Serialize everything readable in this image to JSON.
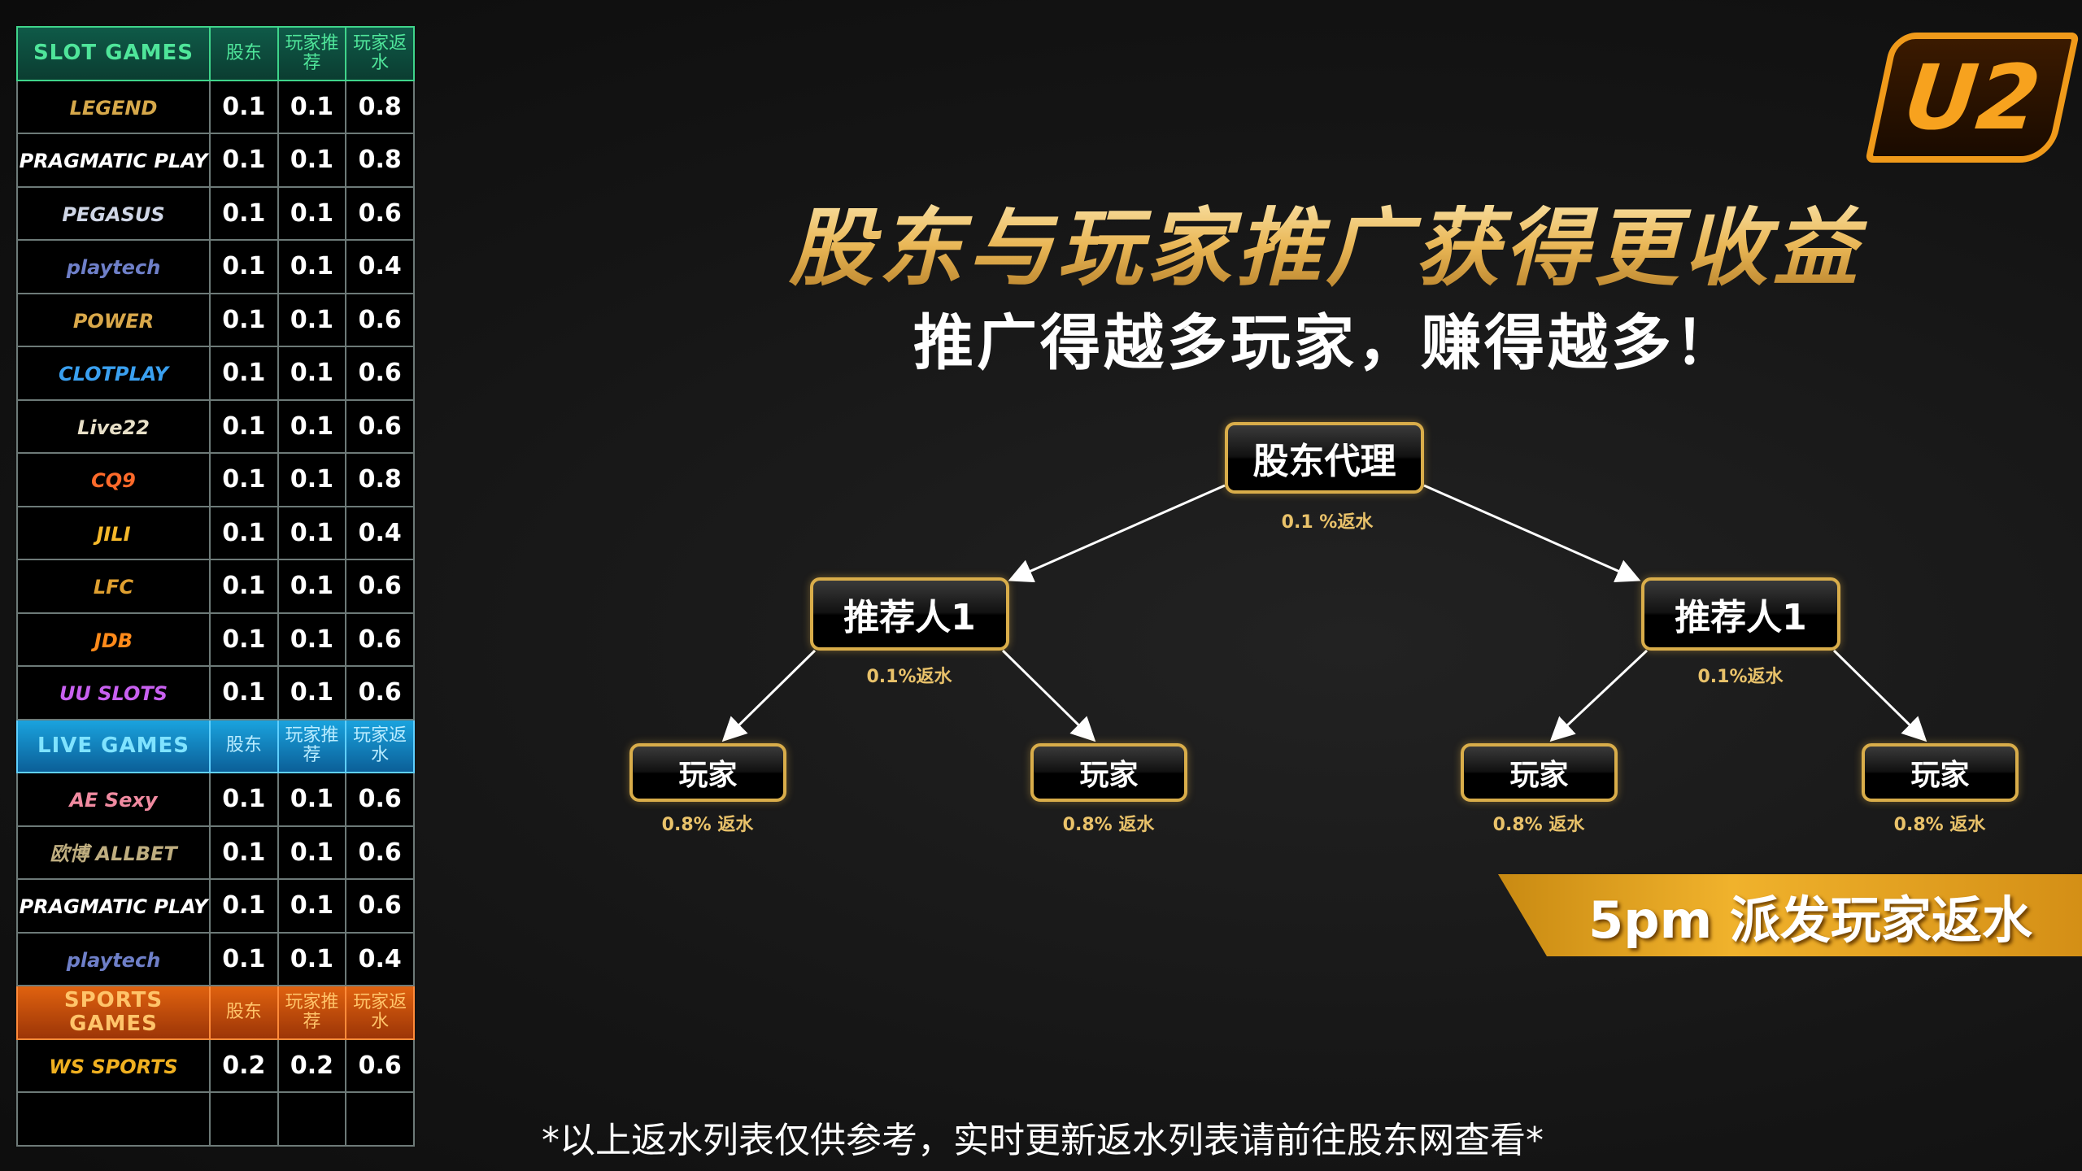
{
  "brand": {
    "logo_text": "U2"
  },
  "table": {
    "col_headers": [
      "股东",
      "玩家推荐",
      "玩家返水"
    ],
    "sections": [
      {
        "name": "SLOT GAMES",
        "color": "#4fe59a",
        "rows": [
          {
            "provider": "LEGEND",
            "values": [
              "0.1",
              "0.1",
              "0.8"
            ]
          },
          {
            "provider": "PRAGMATIC PLAY",
            "values": [
              "0.1",
              "0.1",
              "0.8"
            ]
          },
          {
            "provider": "PEGASUS",
            "values": [
              "0.1",
              "0.1",
              "0.6"
            ]
          },
          {
            "provider": "playtech",
            "values": [
              "0.1",
              "0.1",
              "0.4"
            ]
          },
          {
            "provider": "POWER",
            "values": [
              "0.1",
              "0.1",
              "0.6"
            ]
          },
          {
            "provider": "CLOTPLAY",
            "values": [
              "0.1",
              "0.1",
              "0.6"
            ]
          },
          {
            "provider": "Live22",
            "values": [
              "0.1",
              "0.1",
              "0.6"
            ]
          },
          {
            "provider": "CQ9",
            "values": [
              "0.1",
              "0.1",
              "0.8"
            ]
          },
          {
            "provider": "JILI",
            "values": [
              "0.1",
              "0.1",
              "0.4"
            ]
          },
          {
            "provider": "LFC",
            "values": [
              "0.1",
              "0.1",
              "0.6"
            ]
          },
          {
            "provider": "JDB",
            "values": [
              "0.1",
              "0.1",
              "0.6"
            ]
          },
          {
            "provider": "UU SLOTS",
            "values": [
              "0.1",
              "0.1",
              "0.6"
            ]
          }
        ]
      },
      {
        "name": "LIVE GAMES",
        "color": "#7fe3ff",
        "rows": [
          {
            "provider": "AE Sexy",
            "values": [
              "0.1",
              "0.1",
              "0.6"
            ]
          },
          {
            "provider": "欧博 ALLBET",
            "values": [
              "0.1",
              "0.1",
              "0.6"
            ]
          },
          {
            "provider": "PRAGMATIC PLAY",
            "values": [
              "0.1",
              "0.1",
              "0.6"
            ]
          },
          {
            "provider": "playtech",
            "values": [
              "0.1",
              "0.1",
              "0.4"
            ]
          }
        ]
      },
      {
        "name": "SPORTS GAMES",
        "color": "#ffc46a",
        "rows": [
          {
            "provider": "WS SPORTS",
            "values": [
              "0.2",
              "0.2",
              "0.6"
            ]
          }
        ]
      }
    ]
  },
  "headline": {
    "title": "股东与玩家推广获得更收益",
    "subtitle": "推广得越多玩家，赚得越多！"
  },
  "tree": {
    "root": {
      "label": "股东代理",
      "rebate": "0.1 %返水"
    },
    "referrers": [
      {
        "label": "推荐人1",
        "rebate": "0.1%返水"
      },
      {
        "label": "推荐人1",
        "rebate": "0.1%返水"
      }
    ],
    "players": [
      {
        "label": "玩家",
        "rebate": "0.8% 返水"
      },
      {
        "label": "玩家",
        "rebate": "0.8% 返水"
      },
      {
        "label": "玩家",
        "rebate": "0.8% 返水"
      },
      {
        "label": "玩家",
        "rebate": "0.8% 返水"
      }
    ]
  },
  "banner": "5pm 派发玩家返水",
  "footer": "*以上返水列表仅供参考，实时更新返水列表请前往股东网查看*"
}
